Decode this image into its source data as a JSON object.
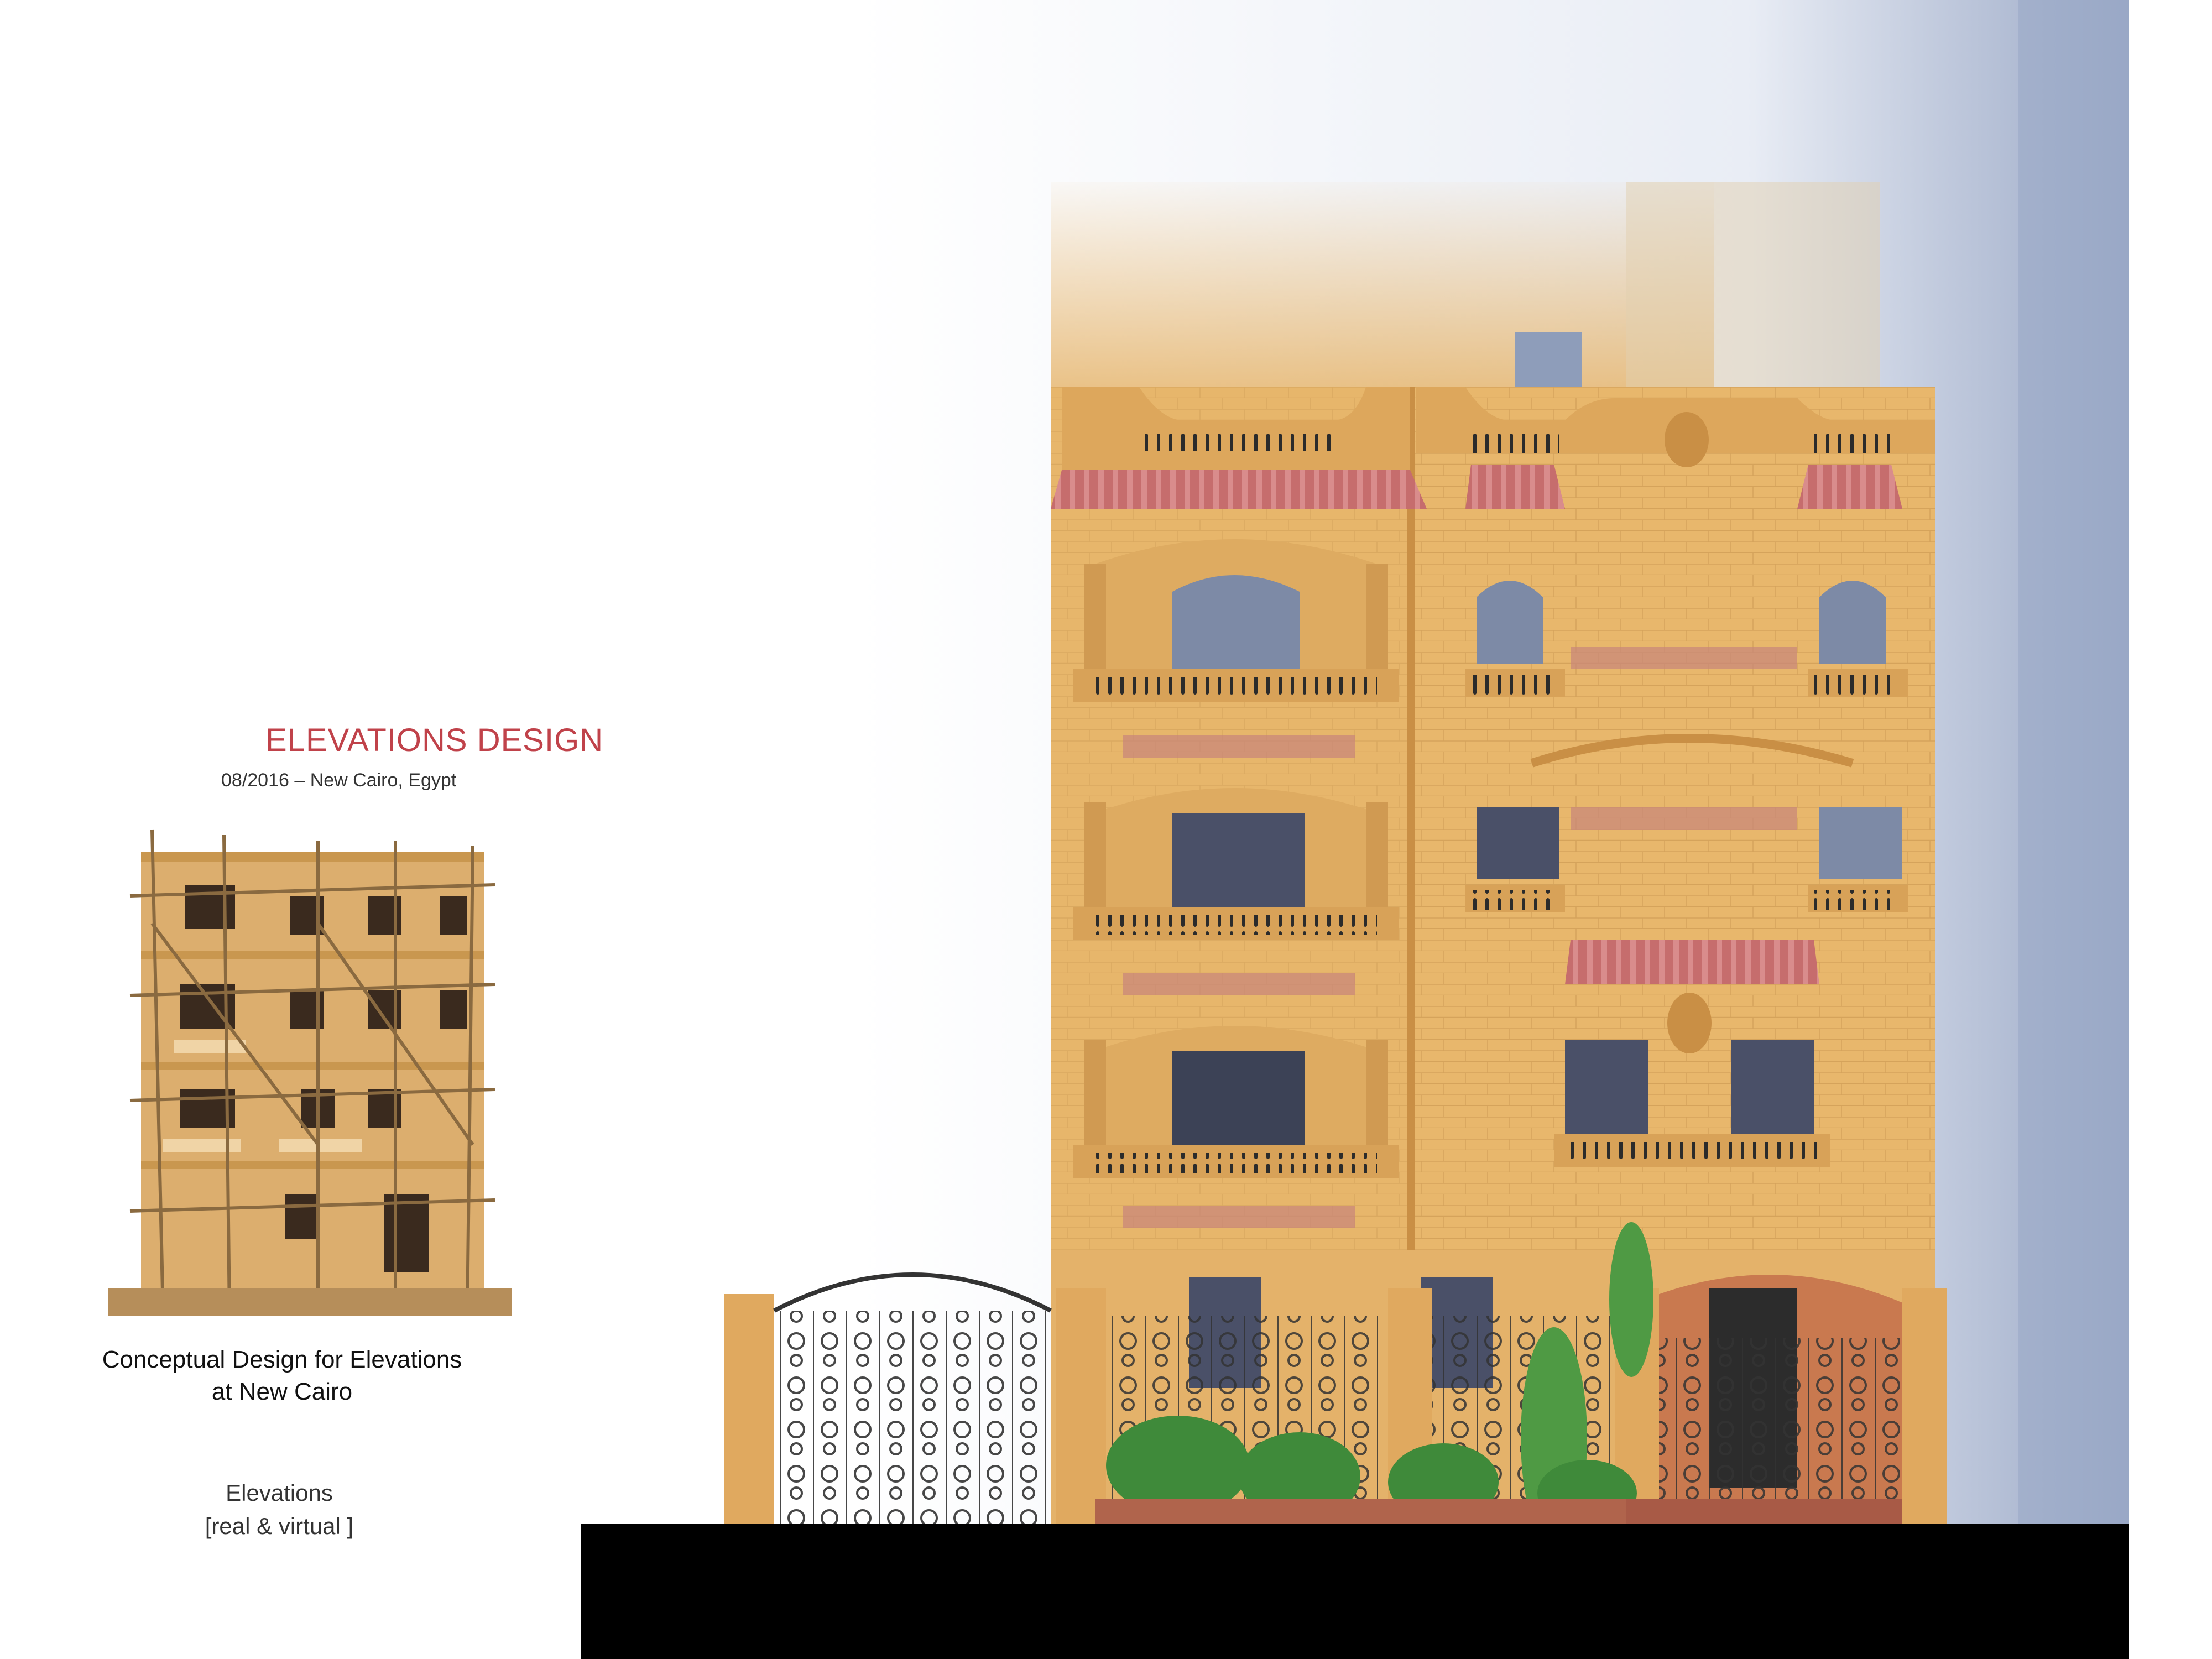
{
  "heading": {
    "title": "ELEVATIONS DESIGN",
    "subtitle": "08/2016 – New Cairo, Egypt"
  },
  "caption": {
    "line1": "Conceptual Design for Elevations",
    "line2": "at New Cairo"
  },
  "note": {
    "line1": "Elevations",
    "line2": "[real  & virtual ]"
  },
  "colors": {
    "title": "#c0424a",
    "stone": "#e6b46a",
    "stone_dark": "#c98f45",
    "awning": "#c46a6a",
    "window": "#7d8aa6",
    "window_dark": "#3c4256",
    "sky_top": "#ffffff",
    "sky_right": "#9aa8c6",
    "ground": "#000000",
    "plants": "#3f8a3a"
  },
  "images": {
    "construction_photo": "building-under-construction-photo",
    "rendered_elevation": "rendered-facade-elevation"
  }
}
